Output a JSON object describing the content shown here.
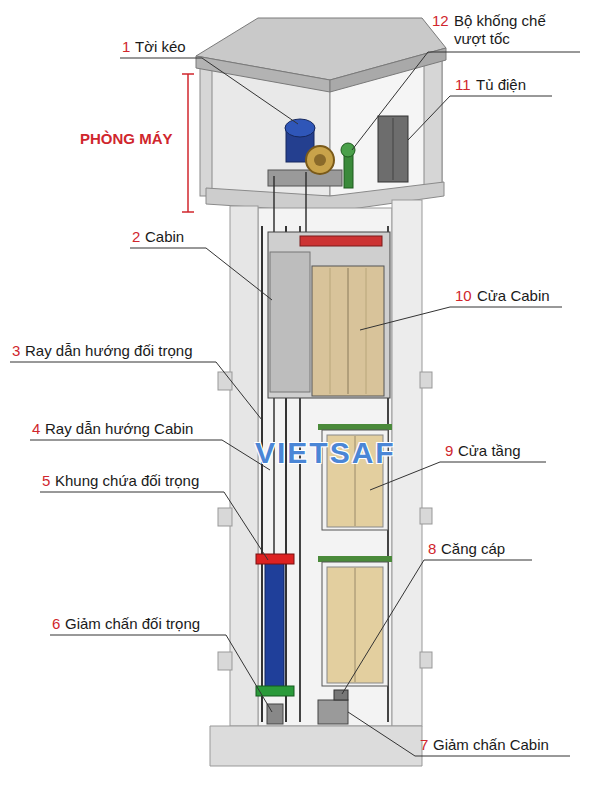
{
  "diagram": {
    "labels": [
      "1",
      "Tời kéo",
      "PHÒNG MÁY",
      "2",
      "Cabin",
      "3",
      "Ray dẫn hướng đối trọng",
      "4",
      "Ray dẫn hướng Cabin",
      "5",
      "Khung chứa đối trọng",
      "6",
      "Giảm chấn đối trọng",
      "7",
      "Giảm chấn Cabin",
      "8",
      "Căng cáp",
      "9",
      "Cửa tầng",
      "10",
      "Cửa Cabin",
      "11",
      "Tủ điện",
      "12",
      "Bộ khống chế vượt tốc",
      "VIETSAF"
    ]
  }
}
